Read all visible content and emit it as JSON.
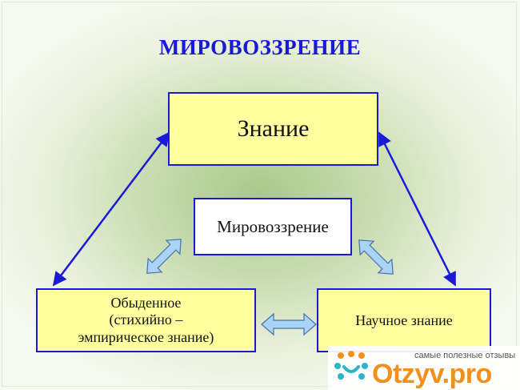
{
  "title": "МИРОВОЗЗРЕНИЕ",
  "nodes": {
    "top": "Знание",
    "center": "Мировоззрение",
    "left": [
      "Обыденное",
      "(стихийно –",
      "эмпирическое знание)"
    ],
    "right": "Научное знание"
  },
  "edges": [
    {
      "from": "top",
      "to": "left",
      "style": "line-double-arrow"
    },
    {
      "from": "top",
      "to": "right",
      "style": "line-double-arrow"
    },
    {
      "from": "center",
      "to": "left",
      "style": "block-double-arrow"
    },
    {
      "from": "center",
      "to": "right",
      "style": "block-double-arrow"
    },
    {
      "from": "left",
      "to": "right",
      "style": "block-double-arrow"
    }
  ],
  "watermark": {
    "tagline": "самые полезные отзывы",
    "logo": "Otzyv.pro"
  },
  "colors": {
    "title": "#1a1ad6",
    "box_border": "#1a1ad6",
    "box_fill": "#ffffa0",
    "block_arrow_fill": "#a9d4f5",
    "logo": "#f2901d"
  }
}
